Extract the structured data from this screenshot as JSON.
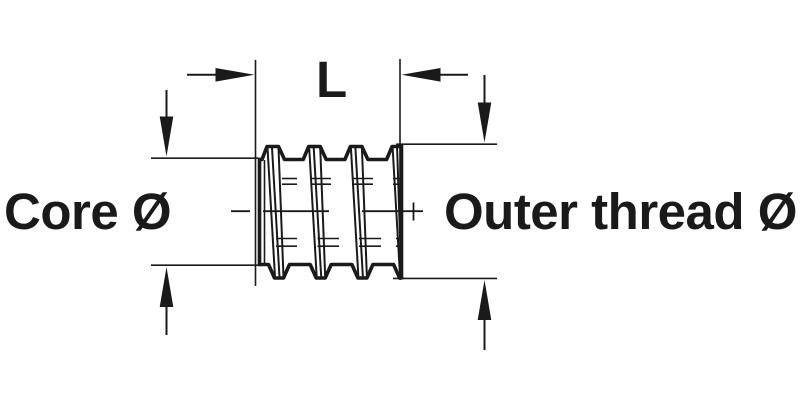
{
  "figure": {
    "background_color": "#ffffff",
    "ink_color": "#1a1a1a",
    "labels": {
      "length": "L",
      "core_diameter": "Core Ø",
      "outer_thread_diameter": "Outer thread Ø"
    }
  }
}
